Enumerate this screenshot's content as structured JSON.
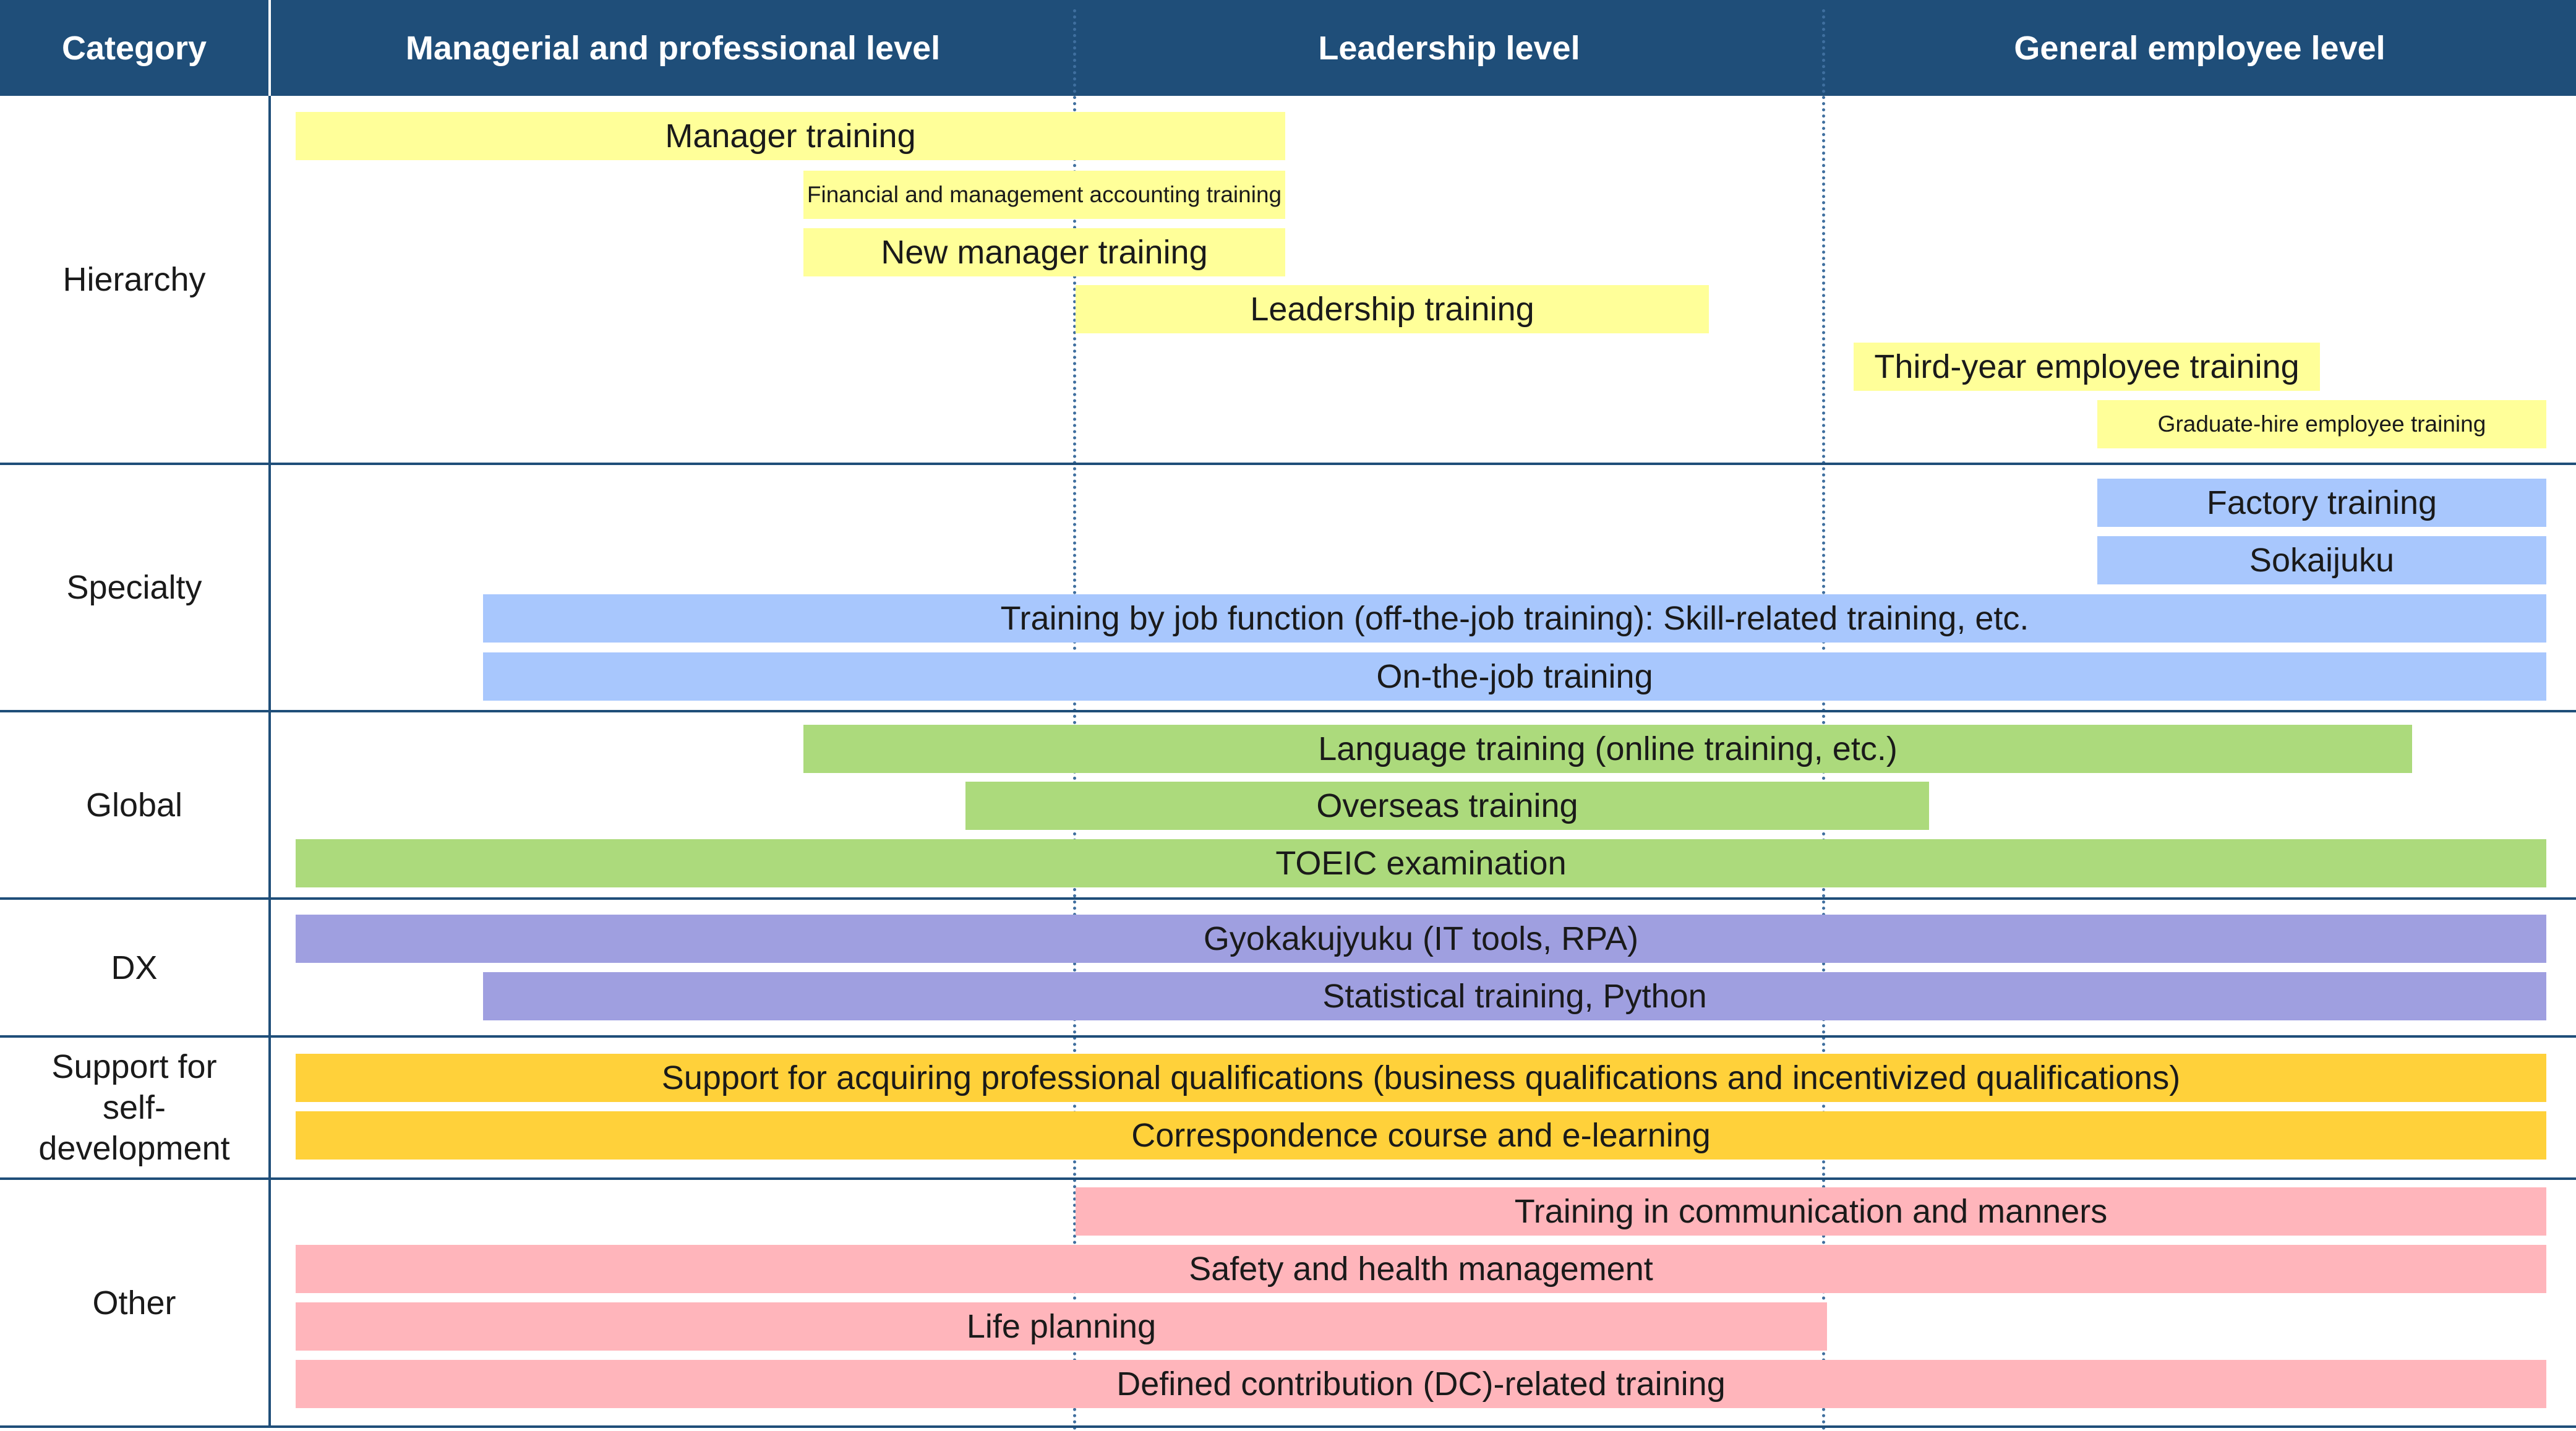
{
  "header": {
    "category": "Category",
    "managerial": "Managerial and professional level",
    "leadership": "Leadership level",
    "general": "General employee level"
  },
  "categories": {
    "hierarchy": "Hierarchy",
    "specialty": "Specialty",
    "global": "Global",
    "dx": "DX",
    "self_development": "Support for self-development",
    "other": "Other"
  },
  "programs": {
    "manager_training": "Manager training",
    "accounting_training": "Financial and management accounting training",
    "new_manager_training": "New manager training",
    "leadership_training": "Leadership training",
    "third_year_training": "Third-year employee training",
    "graduate_hire_training": "Graduate-hire employee training",
    "factory_training": "Factory training",
    "sokaijuku": "Sokaijuku",
    "job_function_training": "Training by job function (off-the-job training): Skill-related training, etc.",
    "ojt": "On-the-job training",
    "language_training": "Language training (online training, etc.)",
    "overseas_training": "Overseas training",
    "toeic": "TOEIC examination",
    "gyokakujyuku": "Gyokakujyuku (IT tools, RPA)",
    "statistical_training": "Statistical training, Python",
    "qualifications_support": "Support for acquiring professional qualifications (business qualifications and incentivized qualifications)",
    "correspondence": "Correspondence course and e-learning",
    "communication_training": "Training in communication and manners",
    "safety_health": "Safety and health management",
    "life_planning": "Life planning",
    "dc_training": "Defined contribution (DC)-related training"
  },
  "colors": {
    "header": "#1f4e79",
    "hierarchy": "#ffff99",
    "specialty": "#a8c7fd",
    "global": "#acda7c",
    "dx": "#9f9fe0",
    "self_development": "#ffd13a",
    "other": "#ffb5bb"
  }
}
